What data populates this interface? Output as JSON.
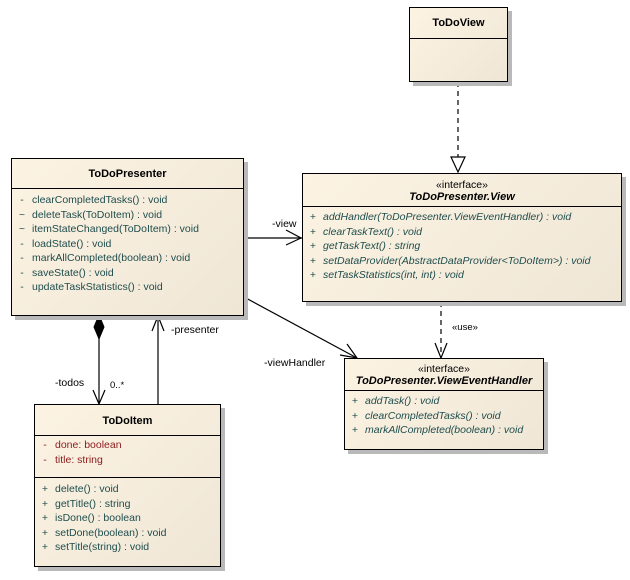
{
  "classes": {
    "todoview": {
      "name": "ToDoView"
    },
    "presenter": {
      "name": "ToDoPresenter",
      "operations": [
        {
          "vis": "-",
          "sig": "clearCompletedTasks() : void"
        },
        {
          "vis": "~",
          "sig": "deleteTask(ToDoItem) : void"
        },
        {
          "vis": "~",
          "sig": "itemStateChanged(ToDoItem) : void"
        },
        {
          "vis": "-",
          "sig": "loadState() : void"
        },
        {
          "vis": "-",
          "sig": "markAllCompleted(boolean) : void"
        },
        {
          "vis": "-",
          "sig": "saveState() : void"
        },
        {
          "vis": "-",
          "sig": "updateTaskStatistics() : void"
        }
      ]
    },
    "view": {
      "stereotype": "«interface»",
      "name": "ToDoPresenter.View",
      "operations": [
        {
          "vis": "+",
          "sig": "addHandler(ToDoPresenter.ViewEventHandler) : void"
        },
        {
          "vis": "+",
          "sig": "clearTaskText() : void"
        },
        {
          "vis": "+",
          "sig": "getTaskText() : string"
        },
        {
          "vis": "+",
          "sig": "setDataProvider(AbstractDataProvider<ToDoItem>) : void"
        },
        {
          "vis": "+",
          "sig": "setTaskStatistics(int, int) : void"
        }
      ]
    },
    "handler": {
      "stereotype": "«interface»",
      "name": "ToDoPresenter.ViewEventHandler",
      "operations": [
        {
          "vis": "+",
          "sig": "addTask() : void"
        },
        {
          "vis": "+",
          "sig": "clearCompletedTasks() : void"
        },
        {
          "vis": "+",
          "sig": "markAllCompleted(boolean) : void"
        }
      ]
    },
    "todoitem": {
      "name": "ToDoItem",
      "attributes": [
        {
          "vis": "-",
          "sig": "done:  boolean"
        },
        {
          "vis": "-",
          "sig": "title:  string"
        }
      ],
      "operations": [
        {
          "vis": "+",
          "sig": "delete() : void"
        },
        {
          "vis": "+",
          "sig": "getTitle() : string"
        },
        {
          "vis": "+",
          "sig": "isDone() : boolean"
        },
        {
          "vis": "+",
          "sig": "setDone(boolean) : void"
        },
        {
          "vis": "+",
          "sig": "setTitle(string) : void"
        }
      ]
    }
  },
  "relations": {
    "view_label": "-view",
    "viewhandler_label": "-viewHandler",
    "presenter_label": "-presenter",
    "todos_label": "-todos",
    "multiplicity": "0..*",
    "use_label": "«use»"
  }
}
